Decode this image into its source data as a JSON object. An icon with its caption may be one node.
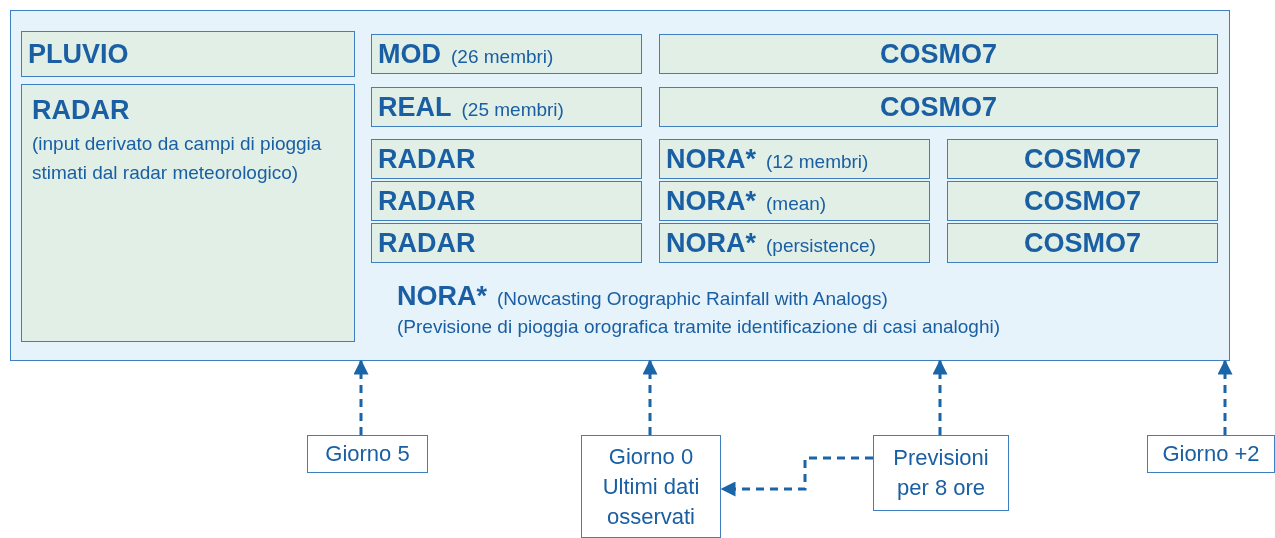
{
  "diagram": {
    "nodes": [
      {
        "text": [
          "NORA*",
          "(Nowcasting Orographic Rainfall with Analogs)",
          "(Previsione di pioggia orografica tramite identificazione di casi analoghi)"
        ]
      },
      {
        "text": [
          "PLUVIO"
        ],
        "in": 0
      },
      {
        "text": [
          "RADAR",
          "(input derivato da campi di pioggia stimati dal radar meteorologico)"
        ],
        "in": 0
      },
      {
        "text": [
          "MOD",
          "(26 membri)"
        ],
        "in": 0
      },
      {
        "text": [
          "COSMO7"
        ],
        "in": 0
      },
      {
        "text": [
          "REAL",
          "(25 membri)"
        ],
        "in": 0
      },
      {
        "text": [
          "COSMO7"
        ],
        "in": 0
      },
      {
        "text": [
          "RADAR"
        ],
        "in": 0
      },
      {
        "text": [
          "NORA*",
          "(12 membri)"
        ],
        "in": 0
      },
      {
        "text": [
          "COSMO7"
        ],
        "in": 0
      },
      {
        "text": [
          "RADAR"
        ],
        "in": 0
      },
      {
        "text": [
          "NORA*",
          "(mean)"
        ],
        "in": 0
      },
      {
        "text": [
          "COSMO7"
        ],
        "in": 0
      },
      {
        "text": [
          "RADAR"
        ],
        "in": 0
      },
      {
        "text": [
          "NORA*",
          "(persistence)"
        ],
        "in": 0
      },
      {
        "text": [
          "COSMO7"
        ],
        "in": 0
      },
      {
        "text": [
          "Giorno 5"
        ]
      },
      {
        "text": [
          "Giorno 0 Ultimi dati osservati"
        ]
      },
      {
        "text": [
          "Previsioni per 8 ore"
        ]
      },
      {
        "text": [
          "Giorno +2"
        ]
      }
    ],
    "edges": [
      {
        "from": 16,
        "to": 0,
        "arrow": "to",
        "style": "dashed"
      },
      {
        "from": 17,
        "to": 0,
        "arrow": "to",
        "style": "dashed"
      },
      {
        "from": 18,
        "to": 0,
        "arrow": "to",
        "style": "dashed"
      },
      {
        "from": 19,
        "to": 0,
        "arrow": "to",
        "style": "dashed"
      },
      {
        "from": 18,
        "to": 17,
        "arrow": "to",
        "style": "dashed"
      }
    ]
  }
}
